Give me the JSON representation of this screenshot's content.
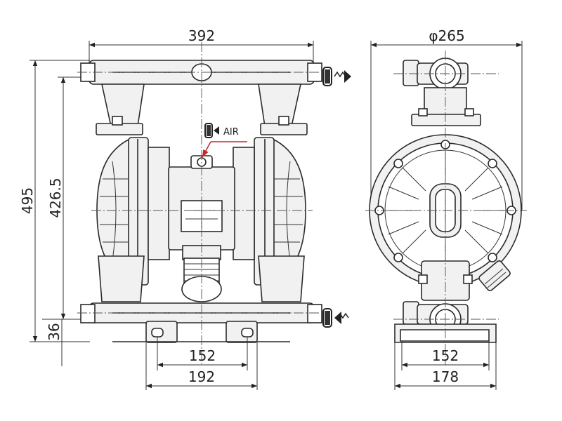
{
  "drawing": {
    "front_view": {
      "width_label": "392",
      "height_label": "495",
      "inner_height_label": "426.5",
      "base_height_label": "36",
      "bolt_spacing_label": "152",
      "base_width_label": "192",
      "air_label": "AIR"
    },
    "side_view": {
      "diameter_label": "φ265",
      "bolt_spacing_label": "152",
      "base_width_label": "178"
    }
  },
  "colors": {
    "line": "#2a2a2a",
    "air_arrow": "#c0282d",
    "background": "#ffffff"
  },
  "icons": [
    "outlet-flow-icon",
    "inlet-flow-icon",
    "air-inlet-icon"
  ]
}
